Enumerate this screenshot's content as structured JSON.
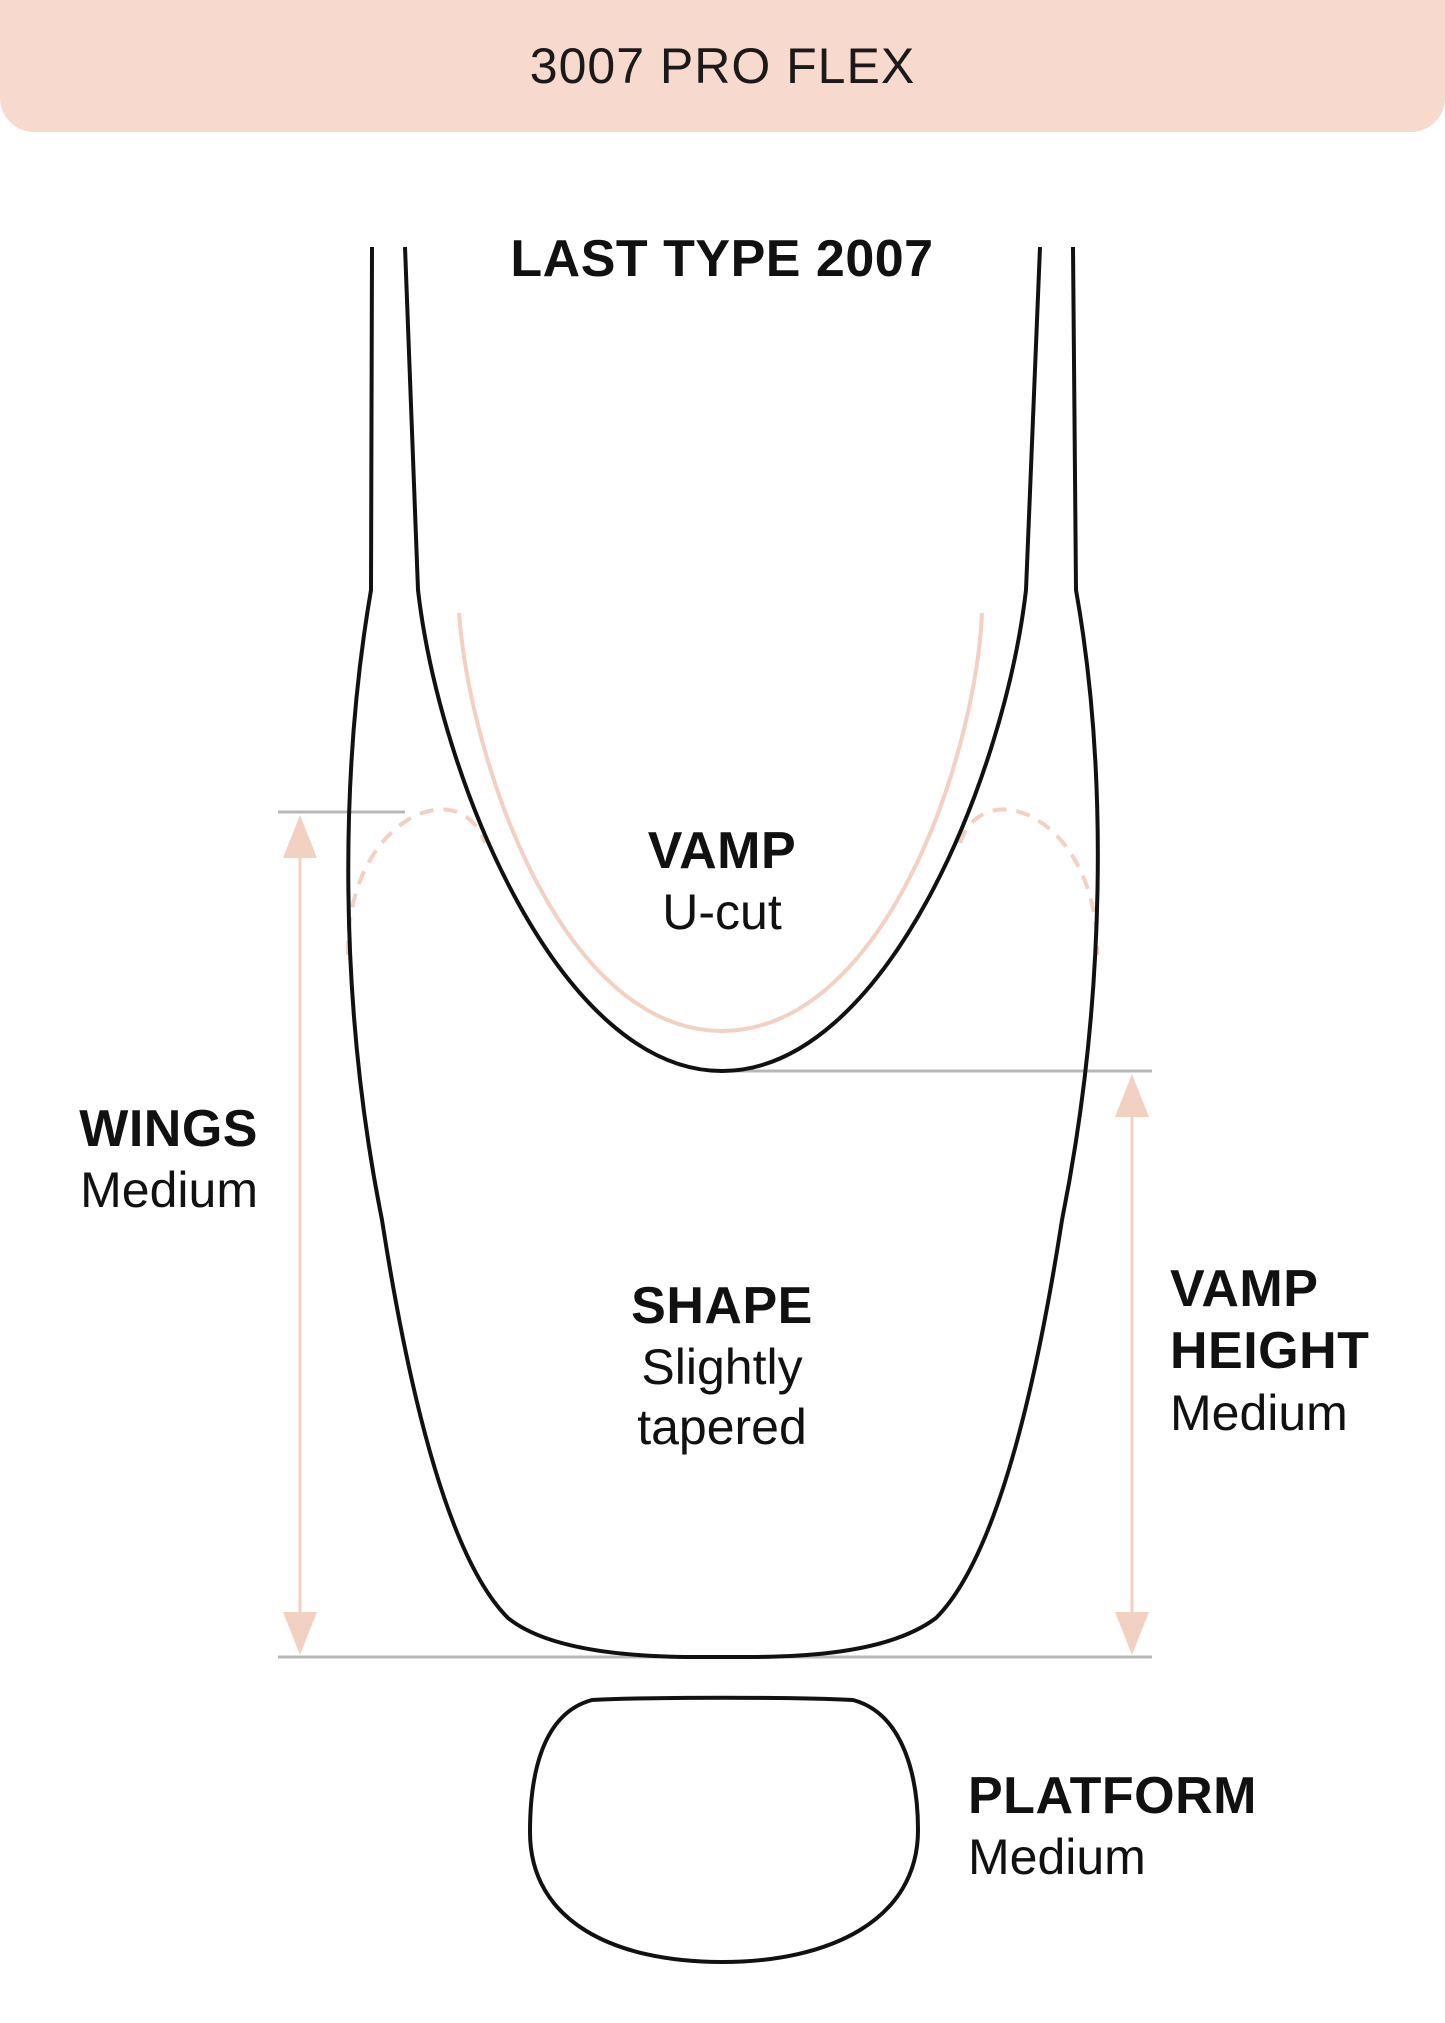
{
  "header": {
    "title": "3007 PRO FLEX"
  },
  "last_type": "LAST TYPE 2007",
  "labels": {
    "vamp": {
      "title": "VAMP",
      "value": "U-cut"
    },
    "wings": {
      "title": "WINGS",
      "value": "Medium"
    },
    "shape": {
      "title": "SHAPE",
      "value_line1": "Slightly",
      "value_line2": "tapered"
    },
    "vamp_height": {
      "title_line1": "VAMP",
      "title_line2": "HEIGHT",
      "value": "Medium"
    },
    "platform": {
      "title": "PLATFORM",
      "value": "Medium"
    }
  },
  "colors": {
    "header_bg": "#f7d9cd",
    "accent": "#f2d0c2",
    "outline": "#111111",
    "guide": "#b8b8b8"
  }
}
